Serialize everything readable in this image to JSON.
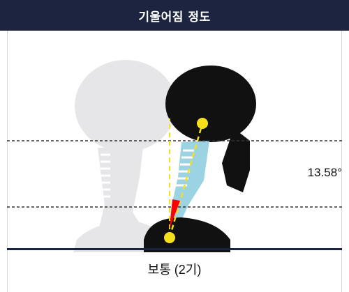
{
  "header": {
    "title": "기울어짐 정도"
  },
  "measurement": {
    "angle_text": "13.58°"
  },
  "result": {
    "status_text": "보통 (2기)"
  },
  "colors": {
    "header_bg": "#1c2440",
    "ghost_figure": "#e6e6e8",
    "neck_highlight": "#9cd3e2",
    "marker_yellow": "#f6e01c",
    "angle_marker_red": "#ff0000",
    "baseline": "#1c2440"
  },
  "icons": {
    "ghost_posture": "ghost-posture-silhouette",
    "forward_head": "forward-head-silhouette",
    "angle_marker": "angle-triangle-icon"
  }
}
